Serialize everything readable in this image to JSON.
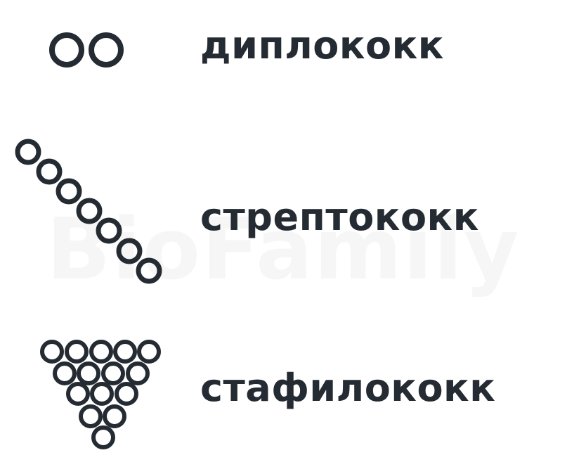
{
  "colors": {
    "ink": "#252b33",
    "background": "#ffffff",
    "watermark": "#f6f6f6"
  },
  "watermark": "BioFamily",
  "items": [
    {
      "label": "диплококк",
      "shape": "pair-of-rings"
    },
    {
      "label": "стрептококк",
      "shape": "diagonal-chain-of-rings"
    },
    {
      "label": "стафилококк",
      "shape": "triangular-cluster-of-rings"
    }
  ]
}
